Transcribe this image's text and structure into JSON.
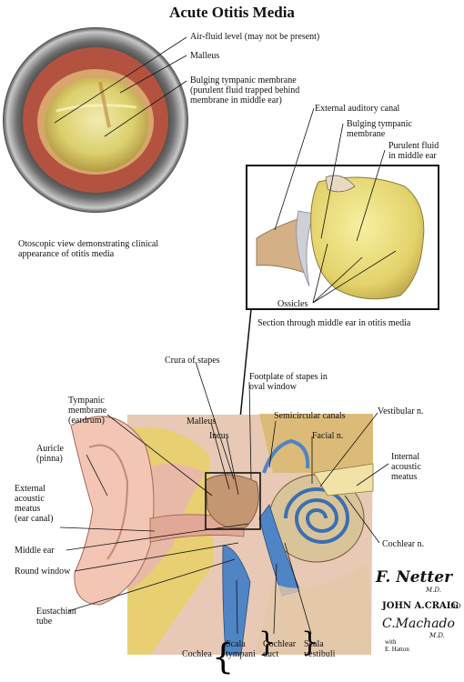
{
  "title": "Acute Otitis Media",
  "otoscopic": {
    "labels": {
      "air_fluid": "Air-fluid level (may not be present)",
      "malleus": "Malleus",
      "bulging": "Bulging tympanic membrane\n(purulent fluid trapped behind\nmembrane in middle ear)"
    },
    "caption": "Otoscopic view demonstrating clinical\nappearance of otitis media"
  },
  "section": {
    "labels": {
      "external_canal": "External auditory canal",
      "bulging": "Bulging tympanic\nmembrane",
      "purulent": "Purulent fluid\nin middle ear",
      "ossicles": "Ossicles"
    },
    "caption": "Section through middle ear in otitis media"
  },
  "anatomy": {
    "labels": {
      "crura": "Crura of stapes",
      "footplate": "Footplate of stapes in\noval window",
      "tympanic": "Tympanic\nmembrane\n(eardrum)",
      "malleus": "Malleus",
      "incus": "Incus",
      "semicircular": "Semicircular canals",
      "vestibular": "Vestibular n.",
      "facial": "Facial n.",
      "auricle": "Auricle\n(pinna)",
      "internal_meatus": "Internal\nacoustic\nmeatus",
      "external_meatus": "External\nacoustic\nmeatus\n(ear canal)",
      "cochlear_n": "Cochlear n.",
      "middle_ear": "Middle ear",
      "round_window": "Round window",
      "eustachian": "Eustachian\ntube",
      "cochlea": "Cochlea",
      "scala_tympani": "Scala\ntympani",
      "cochlear_duct": "Cochlear\nduct",
      "scala_vestibuli": "Scala\nvestibuli"
    }
  },
  "signatures": {
    "netter": "F. Netter",
    "netter_md": "M.D.",
    "craig": "JOHN A.CRAIG",
    "craig_ad": "AD",
    "machado": "C.Machado",
    "machado_md": "M.D.",
    "with": "with",
    "hatton": "E. Hatton"
  }
}
